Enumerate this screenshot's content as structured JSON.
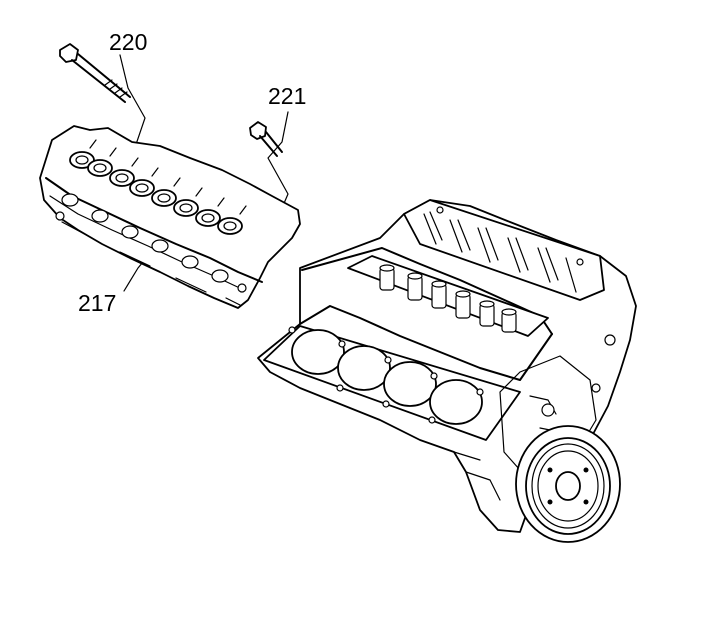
{
  "callouts": [
    {
      "id": "220",
      "label": "220"
    },
    {
      "id": "221",
      "label": "221"
    },
    {
      "id": "217",
      "label": "217"
    }
  ]
}
